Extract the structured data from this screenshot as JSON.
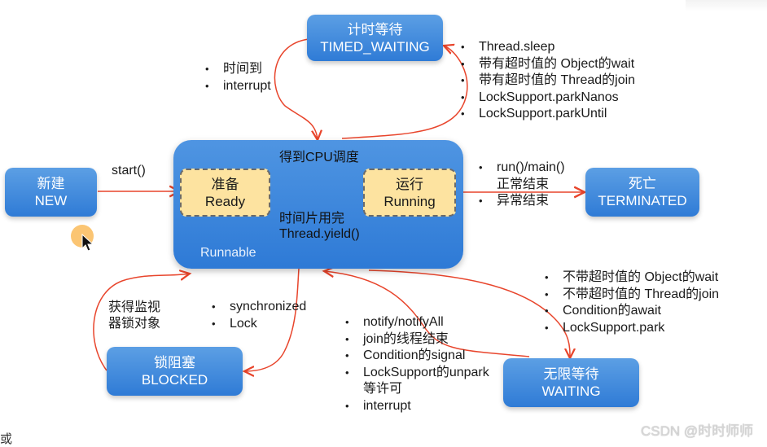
{
  "states": {
    "new": {
      "zh": "新建",
      "en": "NEW"
    },
    "runnable": {
      "title": "得到CPU调度",
      "label": "Runnable"
    },
    "ready": {
      "zh": "准备",
      "en": "Ready"
    },
    "running": {
      "zh": "运行",
      "en": "Running"
    },
    "terminated": {
      "zh": "死亡",
      "en": "TERMINATED"
    },
    "timed_waiting": {
      "zh": "计时等待",
      "en": "TIMED_WAITING"
    },
    "waiting": {
      "zh": "无限等待",
      "en": "WAITING"
    },
    "blocked": {
      "zh": "锁阻塞",
      "en": "BLOCKED"
    }
  },
  "transitions": {
    "start": "start()",
    "yield": {
      "line1": "时间片用完",
      "line2": "Thread.yield()"
    },
    "timed_return": [
      "时间到",
      "interrupt"
    ],
    "to_timed_waiting": [
      "Thread.sleep",
      "带有超时值的 Object的wait",
      "带有超时值的 Thread的join",
      "LockSupport.parkNanos",
      "LockSupport.parkUntil"
    ],
    "to_terminated": {
      "item1_line1": "run()/main()",
      "item1_line2": "正常结束",
      "item2": "异常结束"
    },
    "blocked_return": {
      "line1": "获得监视",
      "line2": "器锁对象"
    },
    "to_blocked": [
      "synchronized",
      "Lock"
    ],
    "waiting_return": {
      "items": [
        "notify/notifyAll",
        "join的线程结束",
        "Condition的signal",
        "LockSupport的unpark"
      ],
      "cont": "等许可",
      "last": "interrupt"
    },
    "to_waiting": [
      "不带超时值的 Object的wait",
      "不带超时值的 Thread的join",
      "Condition的await",
      "LockSupport.park"
    ]
  },
  "colors": {
    "state_blue": "#2f7bd6",
    "inner_yellow": "#fde3a0",
    "arrow_red": "#e8452c",
    "arrow_gold": "#e0a62a"
  },
  "watermark": "CSDN @时时师师",
  "corner_text": "或"
}
